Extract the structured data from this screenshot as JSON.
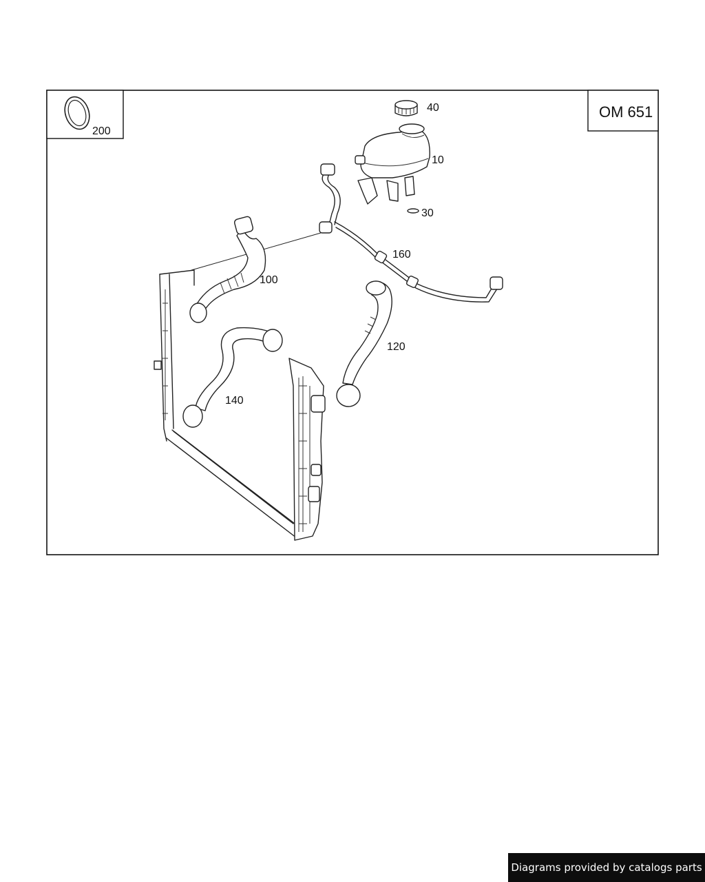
{
  "diagram": {
    "engine_code": "OM 651",
    "parts": [
      {
        "number": "10",
        "name": "expansion-tank"
      },
      {
        "number": "30",
        "name": "seal"
      },
      {
        "number": "40",
        "name": "tank-cap"
      },
      {
        "number": "100",
        "name": "upper-coolant-hose"
      },
      {
        "number": "120",
        "name": "coolant-hose-right"
      },
      {
        "number": "140",
        "name": "lower-coolant-hose"
      },
      {
        "number": "160",
        "name": "vent-line"
      },
      {
        "number": "200",
        "name": "o-ring"
      }
    ]
  },
  "footer": {
    "text": "Diagrams provided by catalogs parts"
  }
}
